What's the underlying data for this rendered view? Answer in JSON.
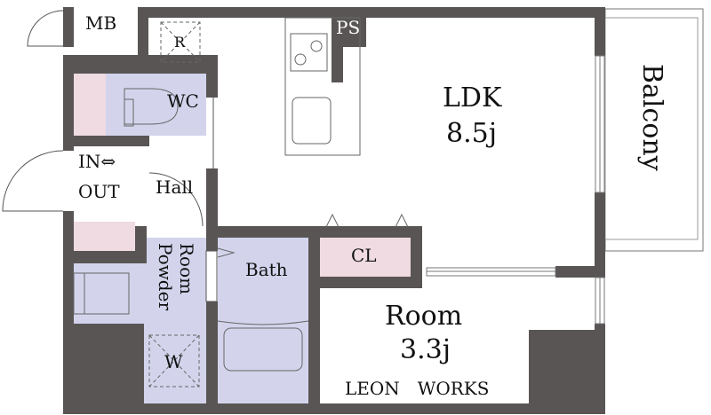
{
  "floorplan": {
    "rooms": {
      "mb": "MB",
      "ps": "PS",
      "refrigerator": "R",
      "wc": "WC",
      "entrance_in": "IN⇔",
      "entrance_out": "OUT",
      "hall": "Hall",
      "ldk_name": "LDK",
      "ldk_size": "8.5j",
      "balcony": "Balcony",
      "closet": "CL",
      "powder_room_1": "Powder",
      "powder_room_2": "Room",
      "washer": "W",
      "bath": "Bath",
      "room_name": "Room",
      "room_size": "3.3j"
    },
    "brand": "LEON　WORKS"
  },
  "colors": {
    "wall": "#595555",
    "wet_area": "#d3d4ec",
    "storage": "#efdbe1"
  }
}
